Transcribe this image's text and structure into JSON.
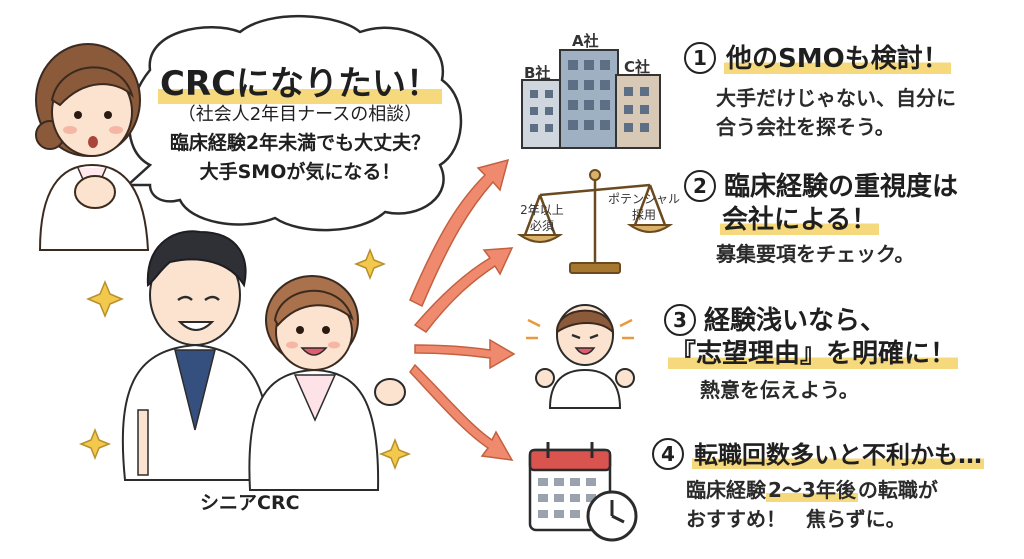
{
  "bubble": {
    "title": "CRCになりたい！",
    "subtitle": "（社会人2年目ナースの相談）",
    "line1": "臨床経験2年未満でも大丈夫？",
    "line2": "大手SMOが気になる！"
  },
  "group_label": "シニアCRC",
  "buildings": {
    "a": "A社",
    "b": "B社",
    "c": "C社"
  },
  "scale": {
    "left": "2年以上\n必須",
    "right": "ポテンシャル\n採用"
  },
  "items": [
    {
      "num": "1",
      "head": "他のSMOも検討！",
      "body": [
        "大手だけじゃない、自分に",
        "合う会社を探そう。"
      ]
    },
    {
      "num": "2",
      "head": [
        "臨床経験の重視度は",
        "会社による！"
      ],
      "body": [
        "募集要項をチェック。"
      ]
    },
    {
      "num": "3",
      "head": [
        "経験浅いなら、",
        "『志望理由』を明確に！"
      ],
      "body": [
        "熱意を伝えよう。"
      ]
    },
    {
      "num": "4",
      "head": "転職回数多いと不利かも…",
      "body_pre": "臨床経験",
      "body_hl": "2〜3年後",
      "body_post": "の転職が",
      "body2": "おすすめ！　焦らずに。"
    }
  ],
  "colors": {
    "highlight": "#f6d97c",
    "arrow": "#ef8a6e",
    "sparkle": "#f2c94c",
    "calendar_red": "#d9534f"
  }
}
